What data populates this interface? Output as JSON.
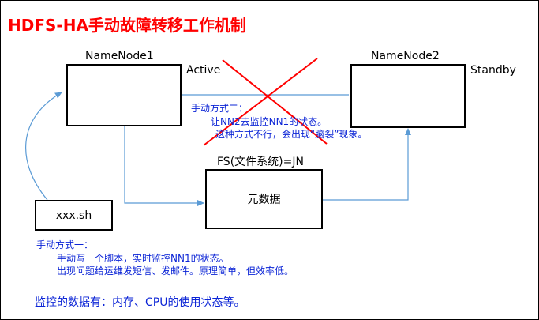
{
  "title": "HDFS-HA手动故障转移工作机制",
  "nodes": {
    "nn1": {
      "label": "NameNode1",
      "state": "Active"
    },
    "nn2": {
      "label": "NameNode2",
      "state": "Standby"
    },
    "fs": {
      "label": "FS(文件系统)=JN",
      "content": "元数据"
    },
    "script": {
      "content": "xxx.sh"
    }
  },
  "method2": {
    "title": "手动方式二：",
    "line1": "让NN2去监控NN1的状态。",
    "line2": "这种方式不行，会出现“脑裂”现象。"
  },
  "method1": {
    "title": "手动方式一：",
    "line1": "手动写一个脚本，实时监控NN1的状态。",
    "line2": "出现问题给运维发短信、发邮件。原理简单，但效率低。"
  },
  "footer": "监控的数据有：内存、CPU的使用状态等。",
  "colors": {
    "title": "#ff0000",
    "arrow": "#5b9bd5",
    "note": "#0b24d6",
    "cross": "#ff0000"
  }
}
